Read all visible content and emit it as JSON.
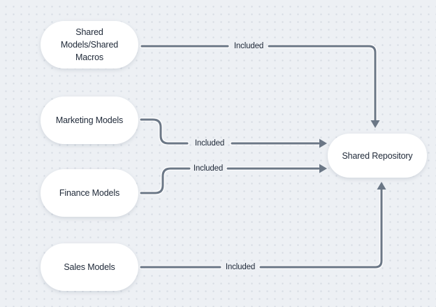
{
  "canvas": {
    "background_color": "#edf0f4",
    "dot_grid_color": "#d6dbe3",
    "connector_color": "#6b7786",
    "node_fill_color": "#ffffff",
    "text_color": "#212b3a"
  },
  "nodes": [
    {
      "id": "shared-models-shared-macros",
      "label": "Shared\nModels/Shared\nMacros"
    },
    {
      "id": "marketing-models",
      "label": "Marketing Models"
    },
    {
      "id": "finance-models",
      "label": "Finance Models"
    },
    {
      "id": "sales-models",
      "label": "Sales Models"
    },
    {
      "id": "shared-repository",
      "label": "Shared Repository"
    }
  ],
  "edges": [
    {
      "from": "shared-models-shared-macros",
      "to": "shared-repository",
      "label": "Included"
    },
    {
      "from": "marketing-models",
      "to": "shared-repository",
      "label": "Included"
    },
    {
      "from": "finance-models",
      "to": "shared-repository",
      "label": "Included"
    },
    {
      "from": "sales-models",
      "to": "shared-repository",
      "label": "Included"
    }
  ]
}
